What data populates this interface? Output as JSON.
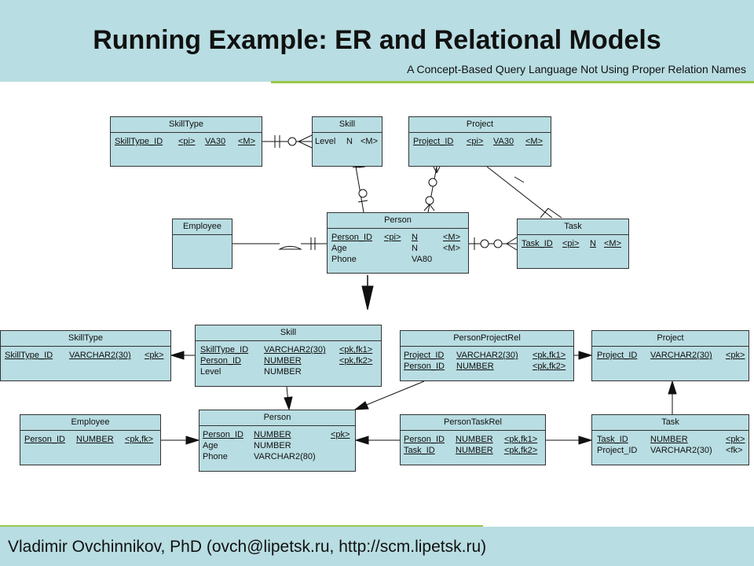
{
  "slide": {
    "title": "Running Example: ER and Relational Models",
    "subtitle": "A Concept-Based Query Language Not Using Proper Relation Names",
    "footer": "Vladimir Ovchinnikov, PhD (ovch@lipetsk.ru, http://scm.lipetsk.ru)"
  },
  "colors": {
    "entity_fill": "#b8dde2",
    "accent_line": "#9bc84a",
    "line": "#111111"
  },
  "er": {
    "skilltype": {
      "name": "SkillType",
      "rows": [
        [
          "SkillType_ID",
          "<pi>",
          "VA30",
          "<M>"
        ]
      ]
    },
    "skill": {
      "name": "Skill",
      "rows": [
        [
          "Level",
          "N",
          "<M>"
        ]
      ]
    },
    "project": {
      "name": "Project",
      "rows": [
        [
          "Project_ID",
          "<pi>",
          "VA30",
          "<M>"
        ]
      ]
    },
    "employee": {
      "name": "Employee"
    },
    "person": {
      "name": "Person",
      "rows": [
        [
          "Person_ID",
          "<pi>",
          "N",
          "<M>"
        ],
        [
          "Age",
          "",
          "N",
          "<M>"
        ],
        [
          "Phone",
          "",
          "VA80",
          ""
        ]
      ]
    },
    "task": {
      "name": "Task",
      "rows": [
        [
          "Task_ID",
          "<pi>",
          "N",
          "<M>"
        ]
      ]
    }
  },
  "rel": {
    "skilltype": {
      "name": "SkillType",
      "rows": [
        [
          "SkillType_ID",
          "VARCHAR2(30)",
          "<pk>"
        ]
      ]
    },
    "skill": {
      "name": "Skill",
      "rows": [
        [
          "SkillType_ID",
          "VARCHAR2(30)",
          "<pk,fk1>"
        ],
        [
          "Person_ID",
          "NUMBER",
          "<pk,fk2>"
        ],
        [
          "Level",
          "NUMBER",
          ""
        ]
      ]
    },
    "personprojectrel": {
      "name": "PersonProjectRel",
      "rows": [
        [
          "Project_ID",
          "VARCHAR2(30)",
          "<pk,fk1>"
        ],
        [
          "Person_ID",
          "NUMBER",
          "<pk,fk2>"
        ]
      ]
    },
    "project": {
      "name": "Project",
      "rows": [
        [
          "Project_ID",
          "VARCHAR2(30)",
          "<pk>"
        ]
      ]
    },
    "employee": {
      "name": "Employee",
      "rows": [
        [
          "Person_ID",
          "NUMBER",
          "<pk,fk>"
        ]
      ]
    },
    "person": {
      "name": "Person",
      "rows": [
        [
          "Person_ID",
          "NUMBER",
          "<pk>"
        ],
        [
          "Age",
          "NUMBER",
          ""
        ],
        [
          "Phone",
          "VARCHAR2(80)",
          ""
        ]
      ]
    },
    "persontaskrel": {
      "name": "PersonTaskRel",
      "rows": [
        [
          "Person_ID",
          "NUMBER",
          "<pk,fk1>"
        ],
        [
          "Task_ID",
          "NUMBER",
          "<pk,fk2>"
        ]
      ]
    },
    "task": {
      "name": "Task",
      "rows": [
        [
          "Task_ID",
          "NUMBER",
          "<pk>"
        ],
        [
          "Project_ID",
          "VARCHAR2(30)",
          "<fk>"
        ]
      ]
    }
  }
}
